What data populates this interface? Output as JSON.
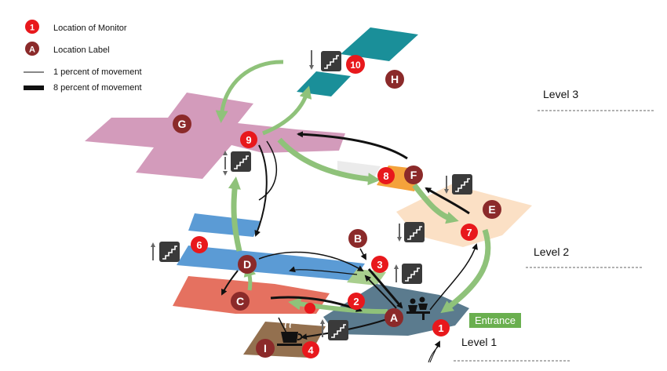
{
  "legend": {
    "monitor_symbol": "1",
    "monitor_label": "Location of Monitor",
    "location_symbol": "A",
    "location_label": "Location Label",
    "thin_line_label": "1 percent of movement",
    "thick_line_label": "8 percent of movement"
  },
  "levels": {
    "level3": "Level 3",
    "level2": "Level 2",
    "level1": "Level 1"
  },
  "entrance_label": "Entrance",
  "monitors": [
    "1",
    "2",
    "3",
    "4",
    "6",
    "7",
    "8",
    "9",
    "10"
  ],
  "locations": [
    "A",
    "B",
    "C",
    "D",
    "E",
    "F",
    "G",
    "H",
    "I"
  ],
  "colors": {
    "monitor": "#e8181c",
    "location": "#8b2a2a",
    "green_arrow": "#8fc27a",
    "black_arrow": "#111111",
    "teal": "#1a8f99",
    "pink": "#d39bbb",
    "blue": "#5b9bd5",
    "salmon": "#e57160",
    "slate": "#5b7b8e",
    "brown": "#93704f",
    "light_green": "#a9cf8e",
    "orange": "#f4a23b",
    "peach": "#fbe0c5",
    "entrance_bg": "#6aaf4f"
  }
}
